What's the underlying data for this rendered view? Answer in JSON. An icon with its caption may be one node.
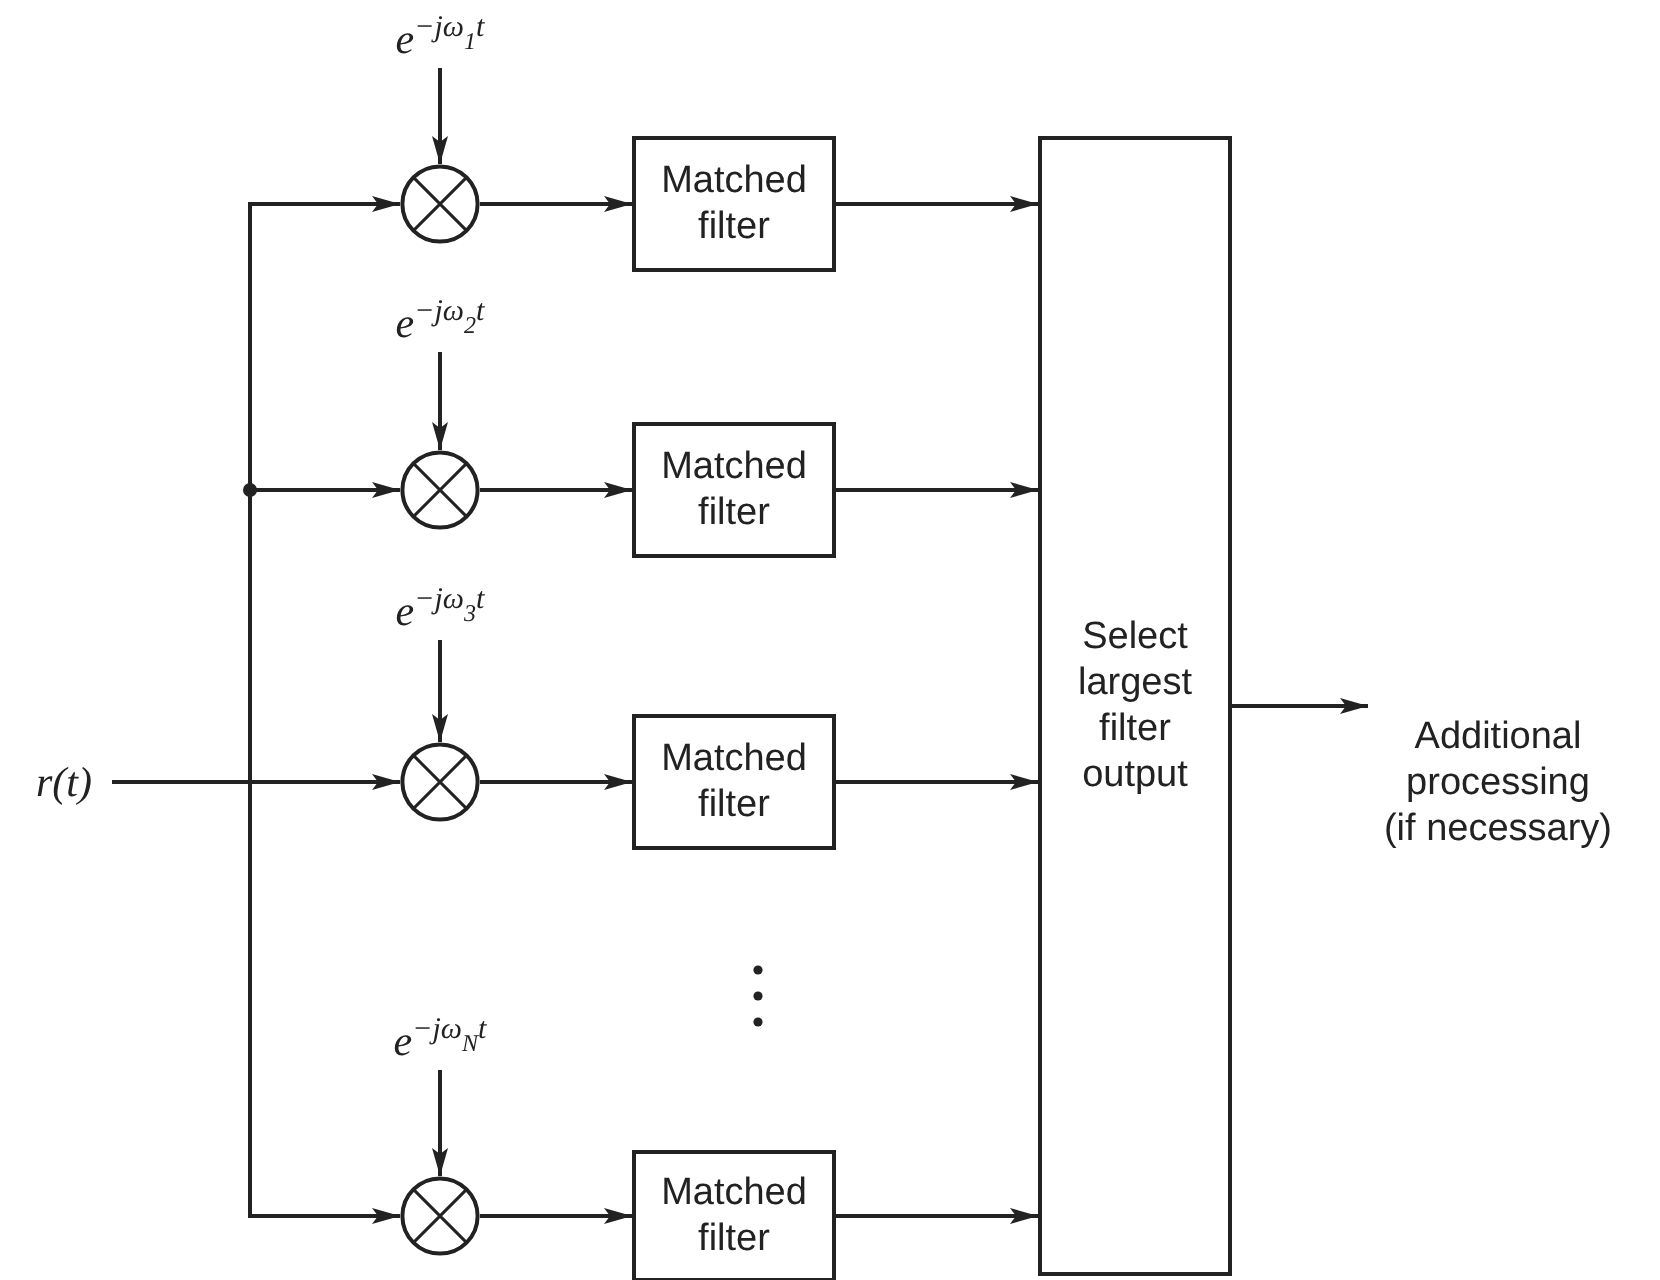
{
  "diagram": {
    "nodes": [
      {
        "text": [
          "r(t)"
        ]
      },
      {
        "text": [
          "e$^{−jω}$$_{1}$$^{t}$"
        ]
      },
      {
        "text": [],
        "shape": "circle"
      },
      {
        "text": [
          "Matched filter"
        ]
      },
      {
        "text": [
          "e$^{−jω}$$_{2}$$^{t}$"
        ]
      },
      {
        "text": [],
        "shape": "circle"
      },
      {
        "text": [
          "Matched filter"
        ]
      },
      {
        "text": [
          "e$^{−jω}$$_{3}$$^{t}$"
        ]
      },
      {
        "text": [],
        "shape": "circle"
      },
      {
        "text": [
          "Matched filter"
        ]
      },
      {
        "text": [
          "e$^{−jω}$$_{N}$$^{t}$"
        ]
      },
      {
        "text": [],
        "shape": "circle"
      },
      {
        "text": [
          "Matched filter"
        ]
      },
      {
        "text": [
          "Select largest filter output"
        ]
      },
      {
        "text": [
          "Additional processing (if necessary)"
        ]
      }
    ],
    "edges": [
      {
        "from": 0,
        "to": 2,
        "arrow": "to"
      },
      {
        "from": 0,
        "to": 5,
        "arrow": "to"
      },
      {
        "from": 0,
        "to": 8,
        "arrow": "to"
      },
      {
        "from": 0,
        "to": 11,
        "arrow": "to"
      },
      {
        "from": 1,
        "to": 2,
        "arrow": "to"
      },
      {
        "from": 2,
        "to": 3,
        "arrow": "to"
      },
      {
        "from": 4,
        "to": 5,
        "arrow": "to"
      },
      {
        "from": 5,
        "to": 6,
        "arrow": "to"
      },
      {
        "from": 7,
        "to": 8,
        "arrow": "to"
      },
      {
        "from": 8,
        "to": 9,
        "arrow": "to"
      },
      {
        "from": 10,
        "to": 11,
        "arrow": "to"
      },
      {
        "from": 11,
        "to": 12,
        "arrow": "to"
      },
      {
        "from": 3,
        "to": 13,
        "arrow": "to"
      },
      {
        "from": 6,
        "to": 13,
        "arrow": "to"
      },
      {
        "from": 9,
        "to": 13,
        "arrow": "to"
      },
      {
        "from": 12,
        "to": 13,
        "arrow": "to"
      },
      {
        "from": 13,
        "to": 14,
        "arrow": "to"
      }
    ]
  }
}
